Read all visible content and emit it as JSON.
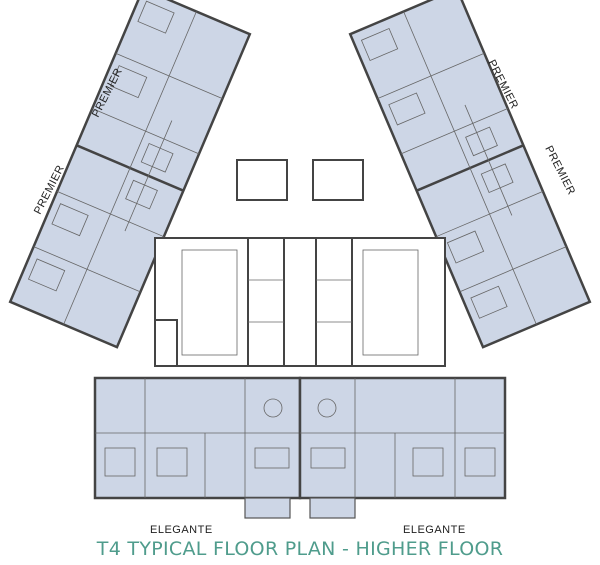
{
  "title": "T4 TYPICAL FLOOR PLAN - HIGHER FLOOR",
  "wing_labels": {
    "premier_left_top": "PREMIER",
    "premier_left_bottom": "PREMIER",
    "premier_right_top": "PREMIER",
    "premier_right_bottom": "PREMIER",
    "elegante_left": "ELEGANTE",
    "elegante_right": "ELEGANTE"
  },
  "colors": {
    "room_fill": "#cdd6e6",
    "title": "#4f9c8c",
    "walls": "#444444"
  }
}
